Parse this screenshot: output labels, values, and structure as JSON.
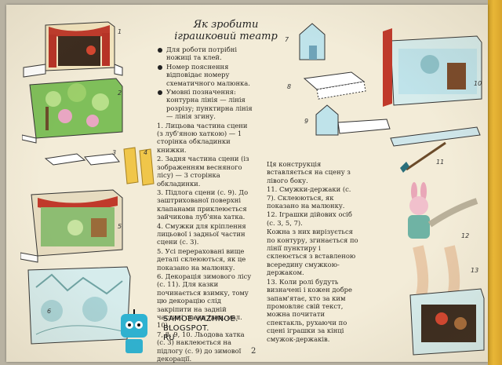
{
  "title": {
    "line1": "Як зробити",
    "line2": "іграшковий театр"
  },
  "middle_column": [
    "Для роботи потрібні ножиці та клей.",
    "Номер пояснення відповідає номеру схематичного малюнка.",
    "Умовні позначення: контурна лінія — лінія розрізу; пунктирна лінія — лінія згину.",
    "1. Лицьова частина сцени (з луб'яною хаткою) — 1 сторінка обкладинки книжки.",
    "2. Задня частина сцени (із зображенням весняного лісу) — 3 сторінка обкладинки.",
    "3. Підлога сцени (с. 9). До заштрихованої поверхні клапанами приклеюється зайчикова луб'яна хатка.",
    "4. Смужки для кріплення лицьової і задньої частин сцени (с. 3).",
    "5. Усі перераховані вище деталі склеюються, як це показано на малюнку.",
    "6. Декорація зимового лісу (с. 11). Для казки починається взимку, тому цю декорацію слід закріпити на задній частині сцени (див. мал. 10).",
    "7, 8, 9, 10. Льодова хатка (с. 3) наклеюється на підлогу (с. 9) до зимової декорації."
  ],
  "right_column": [
    "Ця конструкція вставляється на сцену з лівого боку.",
    "11. Смужки-держаки (с. 7). Склеюються, як показано на малюнку.",
    "12. Іграшки дійових осіб (с. 3, 5, 7).",
    "Кожна з них вирізується по контуру, згинається по лінії пунктиру і склеюється з вставленою всередину смужкою-держаком.",
    "13. Коли ролі будуть визначені і кожен добре запам'ятає, хто за ким промовляє свій текст, можна почитати спектакль, рухаючи по сцені іграшки за кінці смужок-держаків."
  ],
  "figure_numbers": [
    "1",
    "2",
    "3",
    "4",
    "5",
    "6",
    "7",
    "8",
    "9",
    "10",
    "11",
    "12",
    "13"
  ],
  "watermark": {
    "line1": "SAMOE-VAZHNOE.",
    "line2": "BLOGSPOT.",
    "line3": "RU"
  },
  "page_number": "2"
}
